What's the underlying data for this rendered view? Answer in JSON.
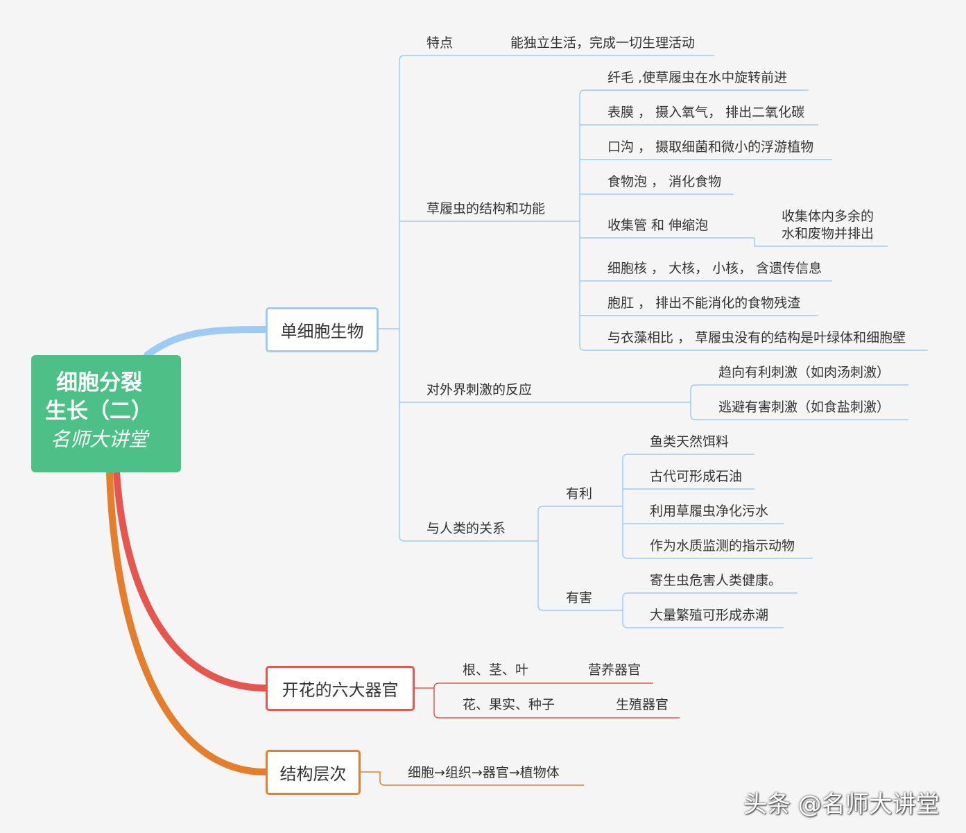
{
  "root": {
    "line1": "细胞分裂",
    "line2": "生长（二）",
    "subtitle": "名师大讲堂"
  },
  "colors": {
    "root_bg": "#4cc087",
    "blue": "#9dcbf5",
    "red": "#e5564f",
    "orange": "#e57e2c"
  },
  "branch1": {
    "label": "单细胞生物",
    "feature_label": "特点",
    "feature_value": "能独立生活，完成一切生理活动",
    "structure_label": "草履虫的结构和功能",
    "structures": [
      "纤毛  ,使草履虫在水中旋转前进",
      "表膜  ，  摄入氧气，  排出二氧化碳",
      "口沟  ，  摄取细菌和微小的浮游植物",
      "食物泡  ，  消化食物",
      "收集管  和   伸缩泡",
      "细胞核  ，  大核，  小核，  含遗传信息",
      "胞肛  ，  排出不能消化的食物残渣",
      "与衣藻相比  ，  草履虫没有的结构是叶绿体和细胞壁"
    ],
    "contractile_note_line1": "收集体内多余的",
    "contractile_note_line2": "水和废物并排出",
    "stimulus_label": "对外界刺激的反应",
    "stimuli": [
      "趋向有利刺激（如肉汤刺激）",
      "逃避有害刺激（如食盐刺激）"
    ],
    "relation_label": "与人类的关系",
    "beneficial_label": "有利",
    "beneficial": [
      "鱼类天然饵料",
      "古代可形成石油",
      "利用草履虫净化污水",
      "作为水质监测的指示动物"
    ],
    "harmful_label": "有害",
    "harmful": [
      "寄生虫危害人类健康。",
      "大量繁殖可形成赤潮"
    ]
  },
  "branch2": {
    "label": "开花的六大器官",
    "row1_left": "根、茎、叶",
    "row1_right": "营养器官",
    "row2_left": "花、果实、种子",
    "row2_right": "生殖器官"
  },
  "branch3": {
    "label": "结构层次",
    "value": "细胞→组织→器官→植物体"
  },
  "watermark": "头条 @名师大讲堂"
}
